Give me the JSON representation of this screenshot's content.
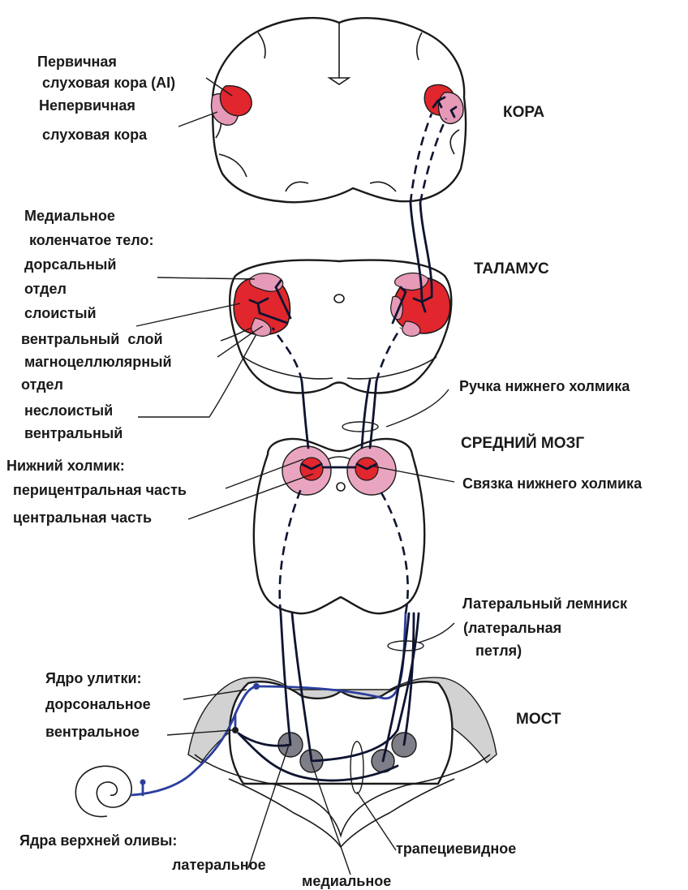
{
  "colors": {
    "primary_cortex": "#e1262d",
    "nonprimary_cortex": "#e69ab8",
    "pericentral_nucleus": "#e9a5c0",
    "pathway": "#0e1430",
    "cochlear_pathway": "#2c3f9e",
    "pons_gray": "#d2d2d2",
    "olive_nucleus": "#7e7e88"
  },
  "regions": {
    "cortex": "КОРА",
    "thalamus": "ТАЛАМУС",
    "midbrain": "СРЕДНИЙ МОЗГ",
    "pons": "МОСТ"
  },
  "labels": {
    "primary_cortex": [
      "Первичная",
      "слуховая кора (AI)"
    ],
    "nonprimary_cortex": [
      "Непервичная",
      "слуховая кора"
    ],
    "mgb": [
      "Медиальное",
      "коленчатое тело:",
      "дорсальный",
      "отдел",
      "слоистый",
      "вентральный  слой",
      "магноцеллюлярный",
      "отдел",
      "неслоистый",
      "вентральный"
    ],
    "brachium": "Ручка нижнего холмика",
    "inferior_colliculus": [
      "Нижний холмик:",
      "перицентральная часть",
      "центральная часть"
    ],
    "commissure": "Связка нижнего холмика",
    "lateral_lemniscus": [
      "Латеральный лемниск",
      " (латеральная",
      "петля)"
    ],
    "cochlear_nucleus": [
      "Ядро улитки:",
      "дорсональное",
      "вентральное"
    ],
    "olive": [
      "Ядра верхней оливы:",
      "латеральное",
      "медиальное",
      "трапециевидное"
    ]
  }
}
